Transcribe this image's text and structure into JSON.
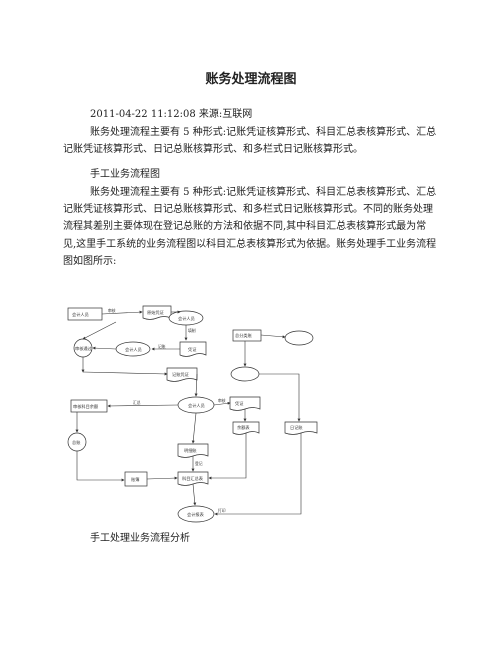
{
  "doc": {
    "title": "账务处理流程图",
    "meta": "2011-04-22 11:12:08 来源:互联网",
    "para1": "账务处理流程主要有 5 种形式:记账凭证核算形式、科目汇总表核算形式、汇总记账凭证核算形式、日记总账核算形式、和多栏式日记账核算形式。",
    "heading1": "手工业务流程图",
    "para2": "账务处理流程主要有 5 种形式:记账凭证核算形式、科目汇总表核算形式、汇总记账凭证核算形式、日记总账核算形式、和多栏式日记账核算形式。不同的账务处理流程其差别主要体现在登记总账的方法和依据不同,其中科目汇总表核算形式最为常见,这里手工系统的业务流程图以科目汇总表核算形式为依据。账务处理手工业务流程图如图所示:",
    "heading2": "手工处理业务流程分析"
  },
  "figure": {
    "labels": [
      "会计人员",
      "原始凭证",
      "会计人员",
      "审核通过",
      "会计人员",
      "凭证",
      "记账凭证",
      "会计人员",
      "凭证",
      "审核科目余额",
      "总账",
      "明细账",
      "科目汇总表",
      "账簿",
      "总分类账",
      "会计报表",
      "日记账",
      "余额表"
    ],
    "arrow_labels": [
      "审核",
      "记账",
      "汇总",
      "填制",
      "审核",
      "登记",
      "打印"
    ]
  }
}
